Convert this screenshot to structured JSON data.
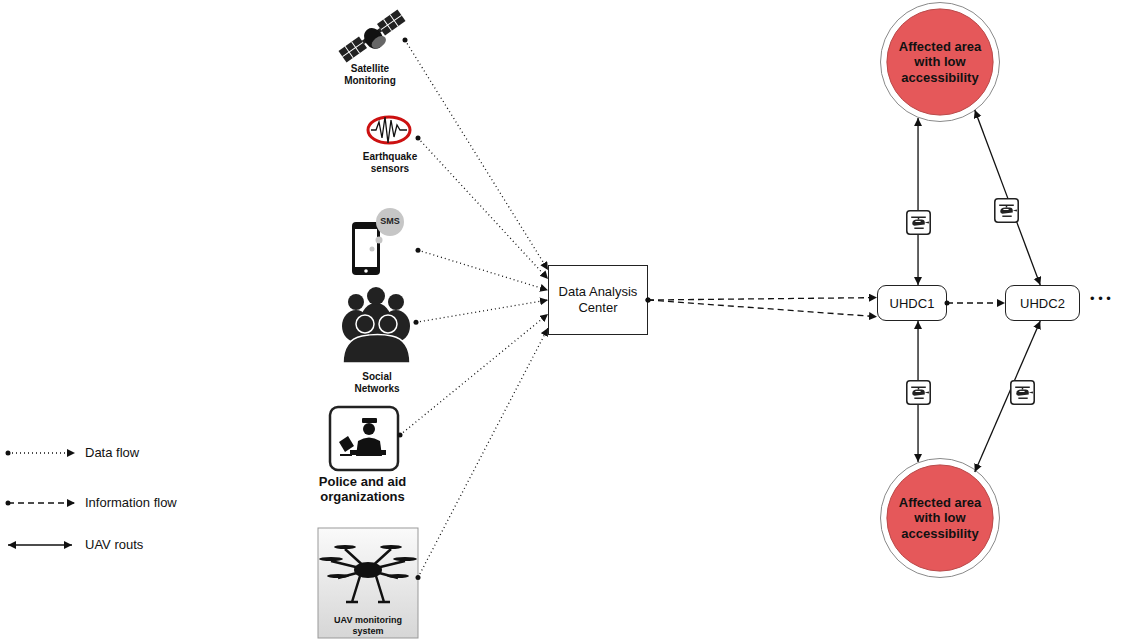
{
  "diagram": {
    "nodes": [
      {
        "text": [
          "Satellite Monitoring"
        ]
      },
      {
        "text": [
          "Earthquake sensors"
        ]
      },
      {
        "text": [
          "SMS"
        ]
      },
      {
        "text": [
          "Social Networks"
        ]
      },
      {
        "text": [
          "Police and aid organizations"
        ]
      },
      {
        "text": [
          "UAV monitoring system"
        ]
      },
      {
        "text": [
          "Data Analysis Center"
        ]
      },
      {
        "text": [
          "Affected area with low accessibility"
        ]
      },
      {
        "text": [
          "UHDC1"
        ]
      },
      {
        "text": [
          "UHDC2"
        ]
      },
      {
        "text": [
          "Affected area with low accessibility"
        ]
      }
    ],
    "edges": [
      {
        "from": 0,
        "to": 6,
        "arrow": "to"
      },
      {
        "from": 1,
        "to": 6,
        "arrow": "to"
      },
      {
        "from": 2,
        "to": 6,
        "arrow": "to"
      },
      {
        "from": 3,
        "to": 6,
        "arrow": "to"
      },
      {
        "from": 4,
        "to": 6,
        "arrow": "to"
      },
      {
        "from": 5,
        "to": 6,
        "arrow": "to"
      },
      {
        "from": 6,
        "to": 8,
        "arrow": "to"
      },
      {
        "from": 6,
        "to": 8,
        "arrow": "to"
      },
      {
        "from": 8,
        "to": 9,
        "arrow": "to"
      },
      {
        "from": 7,
        "to": 8,
        "arrow": "both"
      },
      {
        "from": 7,
        "to": 9,
        "arrow": "both"
      },
      {
        "from": 8,
        "to": 10,
        "arrow": "both"
      },
      {
        "from": 9,
        "to": 10,
        "arrow": "both"
      }
    ],
    "labels": [
      "• • •"
    ],
    "legend": [
      {
        "text": "Data flow"
      },
      {
        "text": "Information flow"
      },
      {
        "text": "UAV routs"
      }
    ]
  }
}
